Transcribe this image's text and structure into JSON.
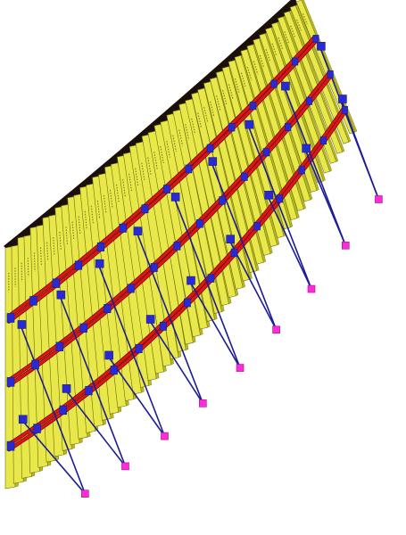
{
  "scene": {
    "subject": "curved-wall-formwork-with-push-pull-props",
    "colors": {
      "background": "#ffffff",
      "wall_dark": "#1a1008",
      "panel_face": "#e8e84a",
      "panel_shade": "#b8b820",
      "panel_edge": "#6f6f12",
      "waler_red": "#d81818",
      "waler_dark": "#7a0808",
      "brace_blue": "#1c1c96",
      "clamp_blue": "#2a2ad2",
      "foot_magenta": "#ff2ad8"
    },
    "components": {
      "vertical_timber_beams": 48,
      "steel_waler_levels": 3,
      "push_pull_props": 9
    }
  }
}
